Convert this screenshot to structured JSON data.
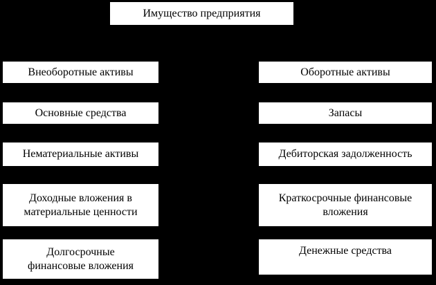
{
  "diagram": {
    "title": "Имущество предприятия",
    "colors": {
      "background": "#000000",
      "box_fill": "#ffffff",
      "box_border": "#000000",
      "text": "#000000"
    },
    "left_column": [
      "Внеоборотные активы",
      "Основные средства",
      "Нематериальные активы",
      "Доходные вложения в\nматериальные ценности",
      "Долгосрочные\nфинансовые вложения"
    ],
    "right_column": [
      "Оборотные активы",
      "Запасы",
      "Дебиторская задолженность",
      "Краткосрочные финансовые\nвложения",
      "Денежные средства"
    ]
  }
}
